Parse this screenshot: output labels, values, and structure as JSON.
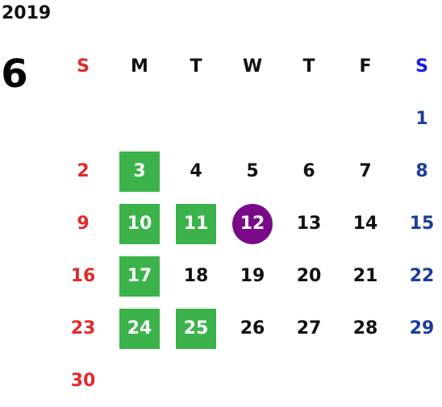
{
  "calendar": {
    "year": "2019",
    "month": "6",
    "weekdays": [
      "S",
      "M",
      "T",
      "W",
      "T",
      "F",
      "S"
    ],
    "weeks": [
      [
        "",
        "",
        "",
        "",
        "",
        "",
        "1"
      ],
      [
        "2",
        "3",
        "4",
        "5",
        "6",
        "7",
        "8"
      ],
      [
        "9",
        "10",
        "11",
        "12",
        "13",
        "14",
        "15"
      ],
      [
        "16",
        "17",
        "18",
        "19",
        "20",
        "21",
        "22"
      ],
      [
        "23",
        "24",
        "25",
        "26",
        "27",
        "28",
        "29"
      ],
      [
        "30",
        "",
        "",
        "",
        "",
        "",
        ""
      ]
    ],
    "highlighted_days": [
      "3",
      "10",
      "11",
      "17",
      "24",
      "25"
    ],
    "today": "12"
  },
  "colors": {
    "sunday": "#e02a2a",
    "saturday": "#1b3c9a",
    "saturday_header": "#1a1ae8",
    "highlight": "#3bb34a",
    "today": "#7a0a87"
  }
}
